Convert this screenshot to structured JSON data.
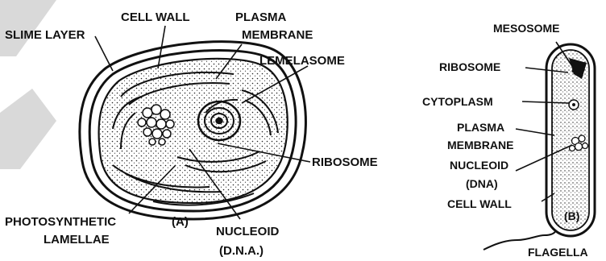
{
  "diagram_a": {
    "labels": {
      "cell_wall": "CELL WALL",
      "plasma_membrane_1": "PLASMA",
      "plasma_membrane_2": "MEMBRANE",
      "slime_layer": "SLIME LAYER",
      "lemelasome": "LEMELASOME",
      "ribosome": "RIBOSOME",
      "photosynthetic_1": "PHOTOSYNTHETIC",
      "photosynthetic_2": "LAMELLAE",
      "nucleoid_1": "NUCLEOID",
      "nucleoid_2": "(D.N.A.)",
      "tag": "(A)"
    }
  },
  "diagram_b": {
    "labels": {
      "mesosome": "MESOSOME",
      "ribosome": "RIBOSOME",
      "cytoplasm": "CYTOPLASM",
      "plasma_1": "PLASMA",
      "plasma_2": "MEMBRANE",
      "nucleoid_1": "NUCLEOID",
      "nucleoid_2": "(DNA)",
      "cell_wall": "CELL WALL",
      "flagella": "FLAGELLA",
      "tag": "(B)"
    }
  },
  "colors": {
    "ink": "#111111",
    "watermark": "#d9d9d9"
  }
}
